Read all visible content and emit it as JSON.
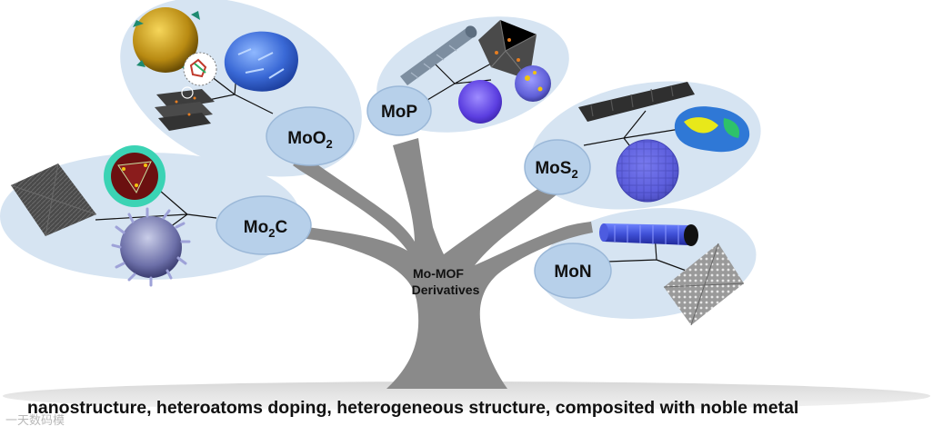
{
  "center_label": {
    "line1": "Mo-MOF",
    "line2": "Derivatives"
  },
  "branches": [
    {
      "id": "moo2",
      "base": "MoO",
      "sub": "2"
    },
    {
      "id": "mop",
      "base": "MoP",
      "sub": ""
    },
    {
      "id": "mos2",
      "base": "MoS",
      "sub": "2"
    },
    {
      "id": "mo2c",
      "base": "Mo",
      "sub": "2",
      "suffix": "C"
    },
    {
      "id": "mon",
      "base": "MoN",
      "sub": ""
    }
  ],
  "bottom_caption": "nanostructure, heteroatoms doping, heterogeneous structure, composited with noble metal",
  "watermark": "一天数码模",
  "colors": {
    "trunk": "#8a8a8a",
    "cloud": "#d6e4f2",
    "node_fill": "#b7d0ea",
    "node_stroke": "#9bb8d8",
    "ground": "#e6e6e6"
  }
}
